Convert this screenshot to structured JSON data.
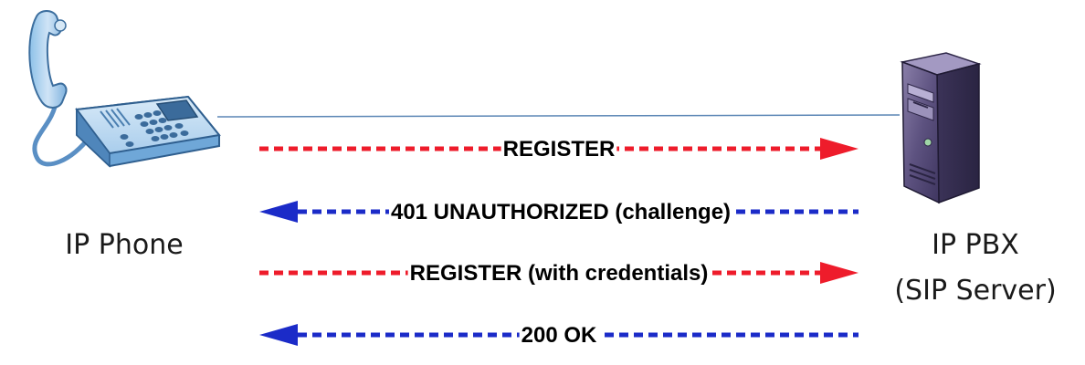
{
  "nodes": {
    "phone": {
      "label": "IP Phone"
    },
    "pbx": {
      "label_line1": "IP PBX",
      "label_line2": "(SIP Server)"
    }
  },
  "colors": {
    "request_arrow": "#ee1c2b",
    "response_arrow": "#1b2bc8",
    "connection_line": "#5b86b5"
  },
  "messages": [
    {
      "label": "REGISTER",
      "direction": "phone-to-server"
    },
    {
      "label": "401 UNAUTHORIZED (challenge)",
      "direction": "server-to-phone"
    },
    {
      "label": "REGISTER (with credentials)",
      "direction": "phone-to-server"
    },
    {
      "label": "200 OK",
      "direction": "server-to-phone"
    }
  ]
}
